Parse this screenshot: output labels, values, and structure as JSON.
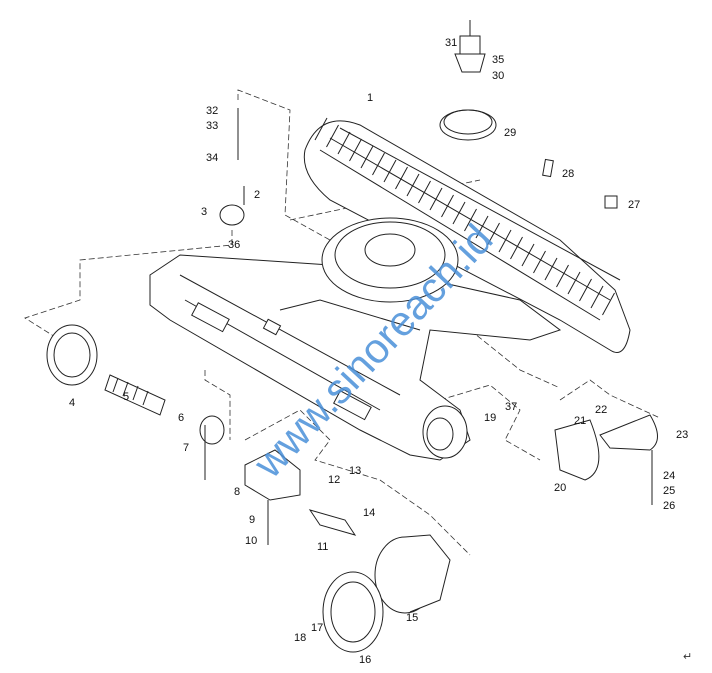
{
  "diagram": {
    "title": "Undercarriage exploded parts diagram",
    "callouts": [
      "1",
      "2",
      "3",
      "4",
      "5",
      "6",
      "7",
      "8",
      "9",
      "10",
      "11",
      "12",
      "13",
      "14",
      "15",
      "16",
      "17",
      "18",
      "19",
      "20",
      "21",
      "22",
      "23",
      "24",
      "25",
      "26",
      "27",
      "28",
      "29",
      "30",
      "31",
      "32",
      "33",
      "34",
      "35",
      "36",
      "37"
    ],
    "watermark": "www.sinoreach.id",
    "return_mark": "↵"
  }
}
